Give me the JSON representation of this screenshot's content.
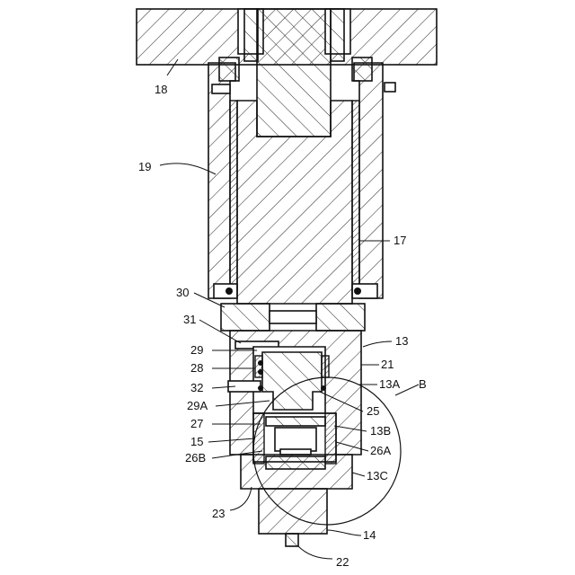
{
  "labels": {
    "l18": "18",
    "l19": "19",
    "l17": "17",
    "l30": "30",
    "l31": "31",
    "l13": "13",
    "l29": "29",
    "l21": "21",
    "l28": "28",
    "l32": "32",
    "l13A": "13A",
    "lB": "B",
    "l29A": "29A",
    "l25": "25",
    "l27": "27",
    "l13B": "13B",
    "l15": "15",
    "l26A": "26A",
    "l26B": "26B",
    "l13C": "13C",
    "l23": "23",
    "l14": "14",
    "l22": "22"
  }
}
